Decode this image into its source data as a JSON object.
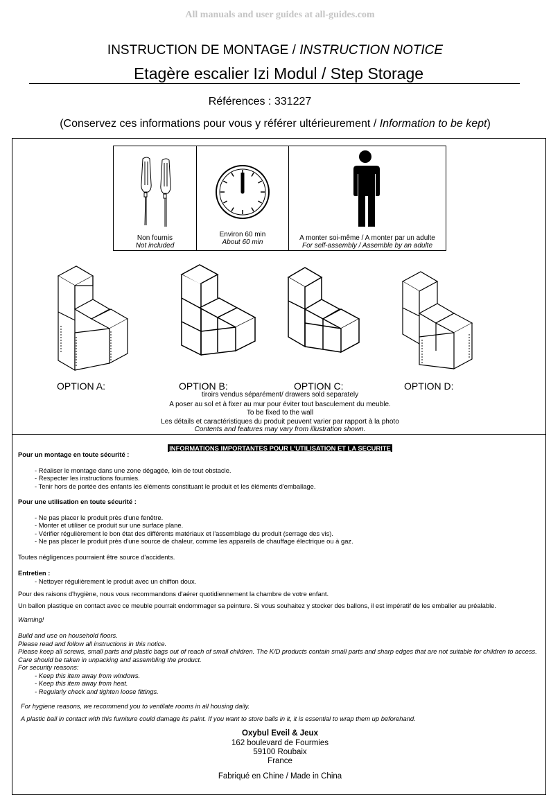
{
  "watermark": "All manuals and user guides at all-guides.com",
  "header": {
    "notice_fr": "INSTRUCTION DE MONTAGE / ",
    "notice_en": "INSTRUCTION NOTICE",
    "product": "Etagère escalier Izi Modul / Step Storage",
    "reference": "Références : 331227",
    "keep_fr": "(Conservez ces informations pour vous y référer ultérieurement / ",
    "keep_en": "Information to be kept",
    "keep_close": ")"
  },
  "icons": [
    {
      "name": "screwdriver-icon",
      "fr": "Non fournis",
      "en": "Not included"
    },
    {
      "name": "clock-icon",
      "fr": "Environ 60 min",
      "en": "About 60 min"
    },
    {
      "name": "person-icon",
      "fr": "A monter soi-même / A monter par un adulte",
      "en": "For self-assembly    / Assemble by an adulte"
    }
  ],
  "options": {
    "a": "OPTION A:",
    "b": "OPTION B:",
    "c": "OPTION C:",
    "d": "OPTION D:"
  },
  "notes": {
    "drawers": "tiroirs vendus séparément/ drawers sold separately",
    "wall_fr": "A poser au sol et à fixer au mur pour éviter tout basculement du meuble.",
    "wall_en": "To be fixed to the wall",
    "vary_fr": "Les détails et caractéristiques du produit peuvent varier par rapport à la photo",
    "vary_en": "Contents and features may vary from illustration shown."
  },
  "safety": {
    "title": "INFORMATIONS IMPORTANTES POUR L'UTILISATION ET LA SECURITE",
    "assembly_heading": "Pour un montage en toute sécurité :",
    "assembly_items": [
      "- Réaliser le montage dans une zone dégagée, loin de tout obstacle.",
      "- Respecter les instructions fournies.",
      "- Tenir hors de portée des enfants les éléments constituant le produit et les éléments d'emballage."
    ],
    "use_heading": "Pour une utilisation en toute sécurité :",
    "use_items": [
      "- Ne pas placer le produit près d'une fenêtre.",
      "- Monter et utiliser ce produit sur une surface plane.",
      "- Vérifier régulièrement le bon état des différents matériaux et l'assemblage du produit (serrage des vis).",
      "- Ne pas placer le produit près d'une source de chaleur, comme les appareils de chauffage électrique ou à gaz."
    ],
    "negligence": "Toutes négligences pourraient être source d'accidents.",
    "care_heading": "Entretien :",
    "care_item": "- Nettoyer régulièrement le produit avec un chiffon doux.",
    "hygiene_fr": "Pour des raisons d'hygiène, nous vous recommandons d'aérer quotidiennement la chambre de votre enfant.",
    "ball_fr": "Un ballon plastique en contact avec ce meuble pourrait endommager sa peinture. Si vous souhaitez y stocker des ballons, il est impératif de les emballer au préalable.",
    "warning": "Warning!",
    "en_lines": [
      "Build and use on household floors.",
      "Please read and follow all instructions in this notice.",
      "Please keep all screws, small parts and plastic bags out of reach of small children. The K/D products contain small parts and sharp edges that are not suitable for children to access. Care should be taken in unpacking and assembling the product.",
      "For security reasons:"
    ],
    "en_items": [
      "- Keep this item away from windows.",
      "- Keep this item away from heat.",
      "- Regularly check and tighten loose fittings."
    ],
    "hygiene_en": "For hygiene reasons, we recommend you to ventilate rooms in all housing daily.",
    "ball_en": "A plastic ball in contact with this furniture could damage its paint. If you want to store balls in it, it is essential to wrap them up beforehand."
  },
  "footer": {
    "company": "Oxybul Eveil & Jeux",
    "street": "162 boulevard de Fourmies",
    "city": "59100 Roubaix",
    "country": "France",
    "made_in": "Fabriqué en Chine / Made in China"
  }
}
